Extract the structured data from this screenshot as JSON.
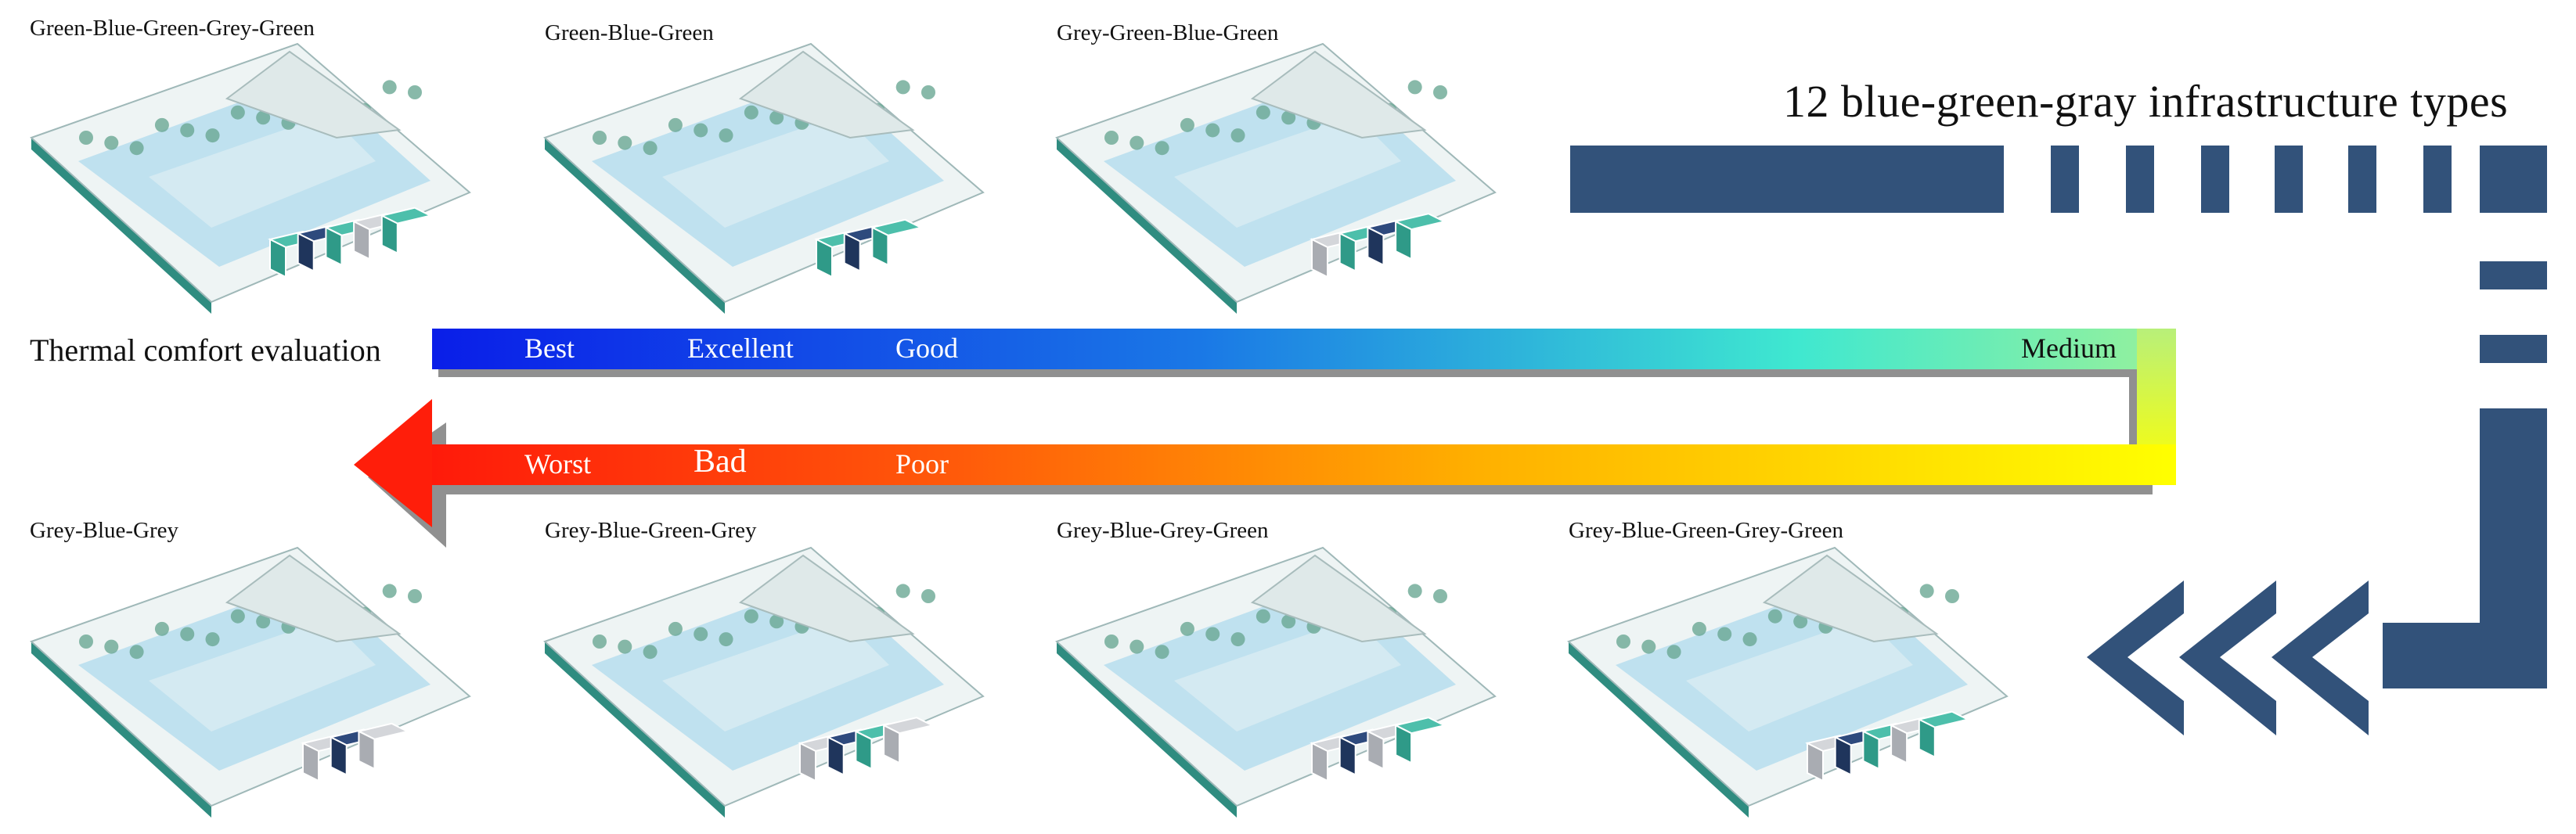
{
  "title": "12 blue-green-gray infrastructure types",
  "evaluation_label": "Thermal comfort evaluation",
  "ratings_upper": [
    "Best",
    "Excellent",
    "Good",
    "Medium"
  ],
  "ratings_lower": [
    "Worst",
    "Bad",
    "Poor"
  ],
  "colors": {
    "green_block": "#4dbfab",
    "blue_block": "#2e4a7d",
    "grey_block": "#d4d6da",
    "navy_graphic": "#32527a",
    "water": "#b9dfee",
    "terrain_edge": "#2f8c80"
  },
  "types_top": [
    {
      "name": "Green-Blue-Green-Grey-Green",
      "blocks": [
        "green",
        "blue",
        "green",
        "grey",
        "green"
      ]
    },
    {
      "name": "Green-Blue-Green",
      "blocks": [
        "green",
        "blue",
        "green"
      ]
    },
    {
      "name": "Grey-Green-Blue-Green",
      "blocks": [
        "grey",
        "green",
        "blue",
        "green"
      ]
    }
  ],
  "types_bottom": [
    {
      "name": "Grey-Blue-Grey",
      "blocks": [
        "grey",
        "blue",
        "grey"
      ]
    },
    {
      "name": "Grey-Blue-Green-Grey",
      "blocks": [
        "grey",
        "blue",
        "green",
        "grey"
      ]
    },
    {
      "name": "Grey-Blue-Grey-Green",
      "blocks": [
        "grey",
        "blue",
        "grey",
        "green"
      ]
    },
    {
      "name": "Grey-Blue-Green-Grey-Green",
      "blocks": [
        "grey",
        "blue",
        "green",
        "grey",
        "green"
      ]
    }
  ]
}
